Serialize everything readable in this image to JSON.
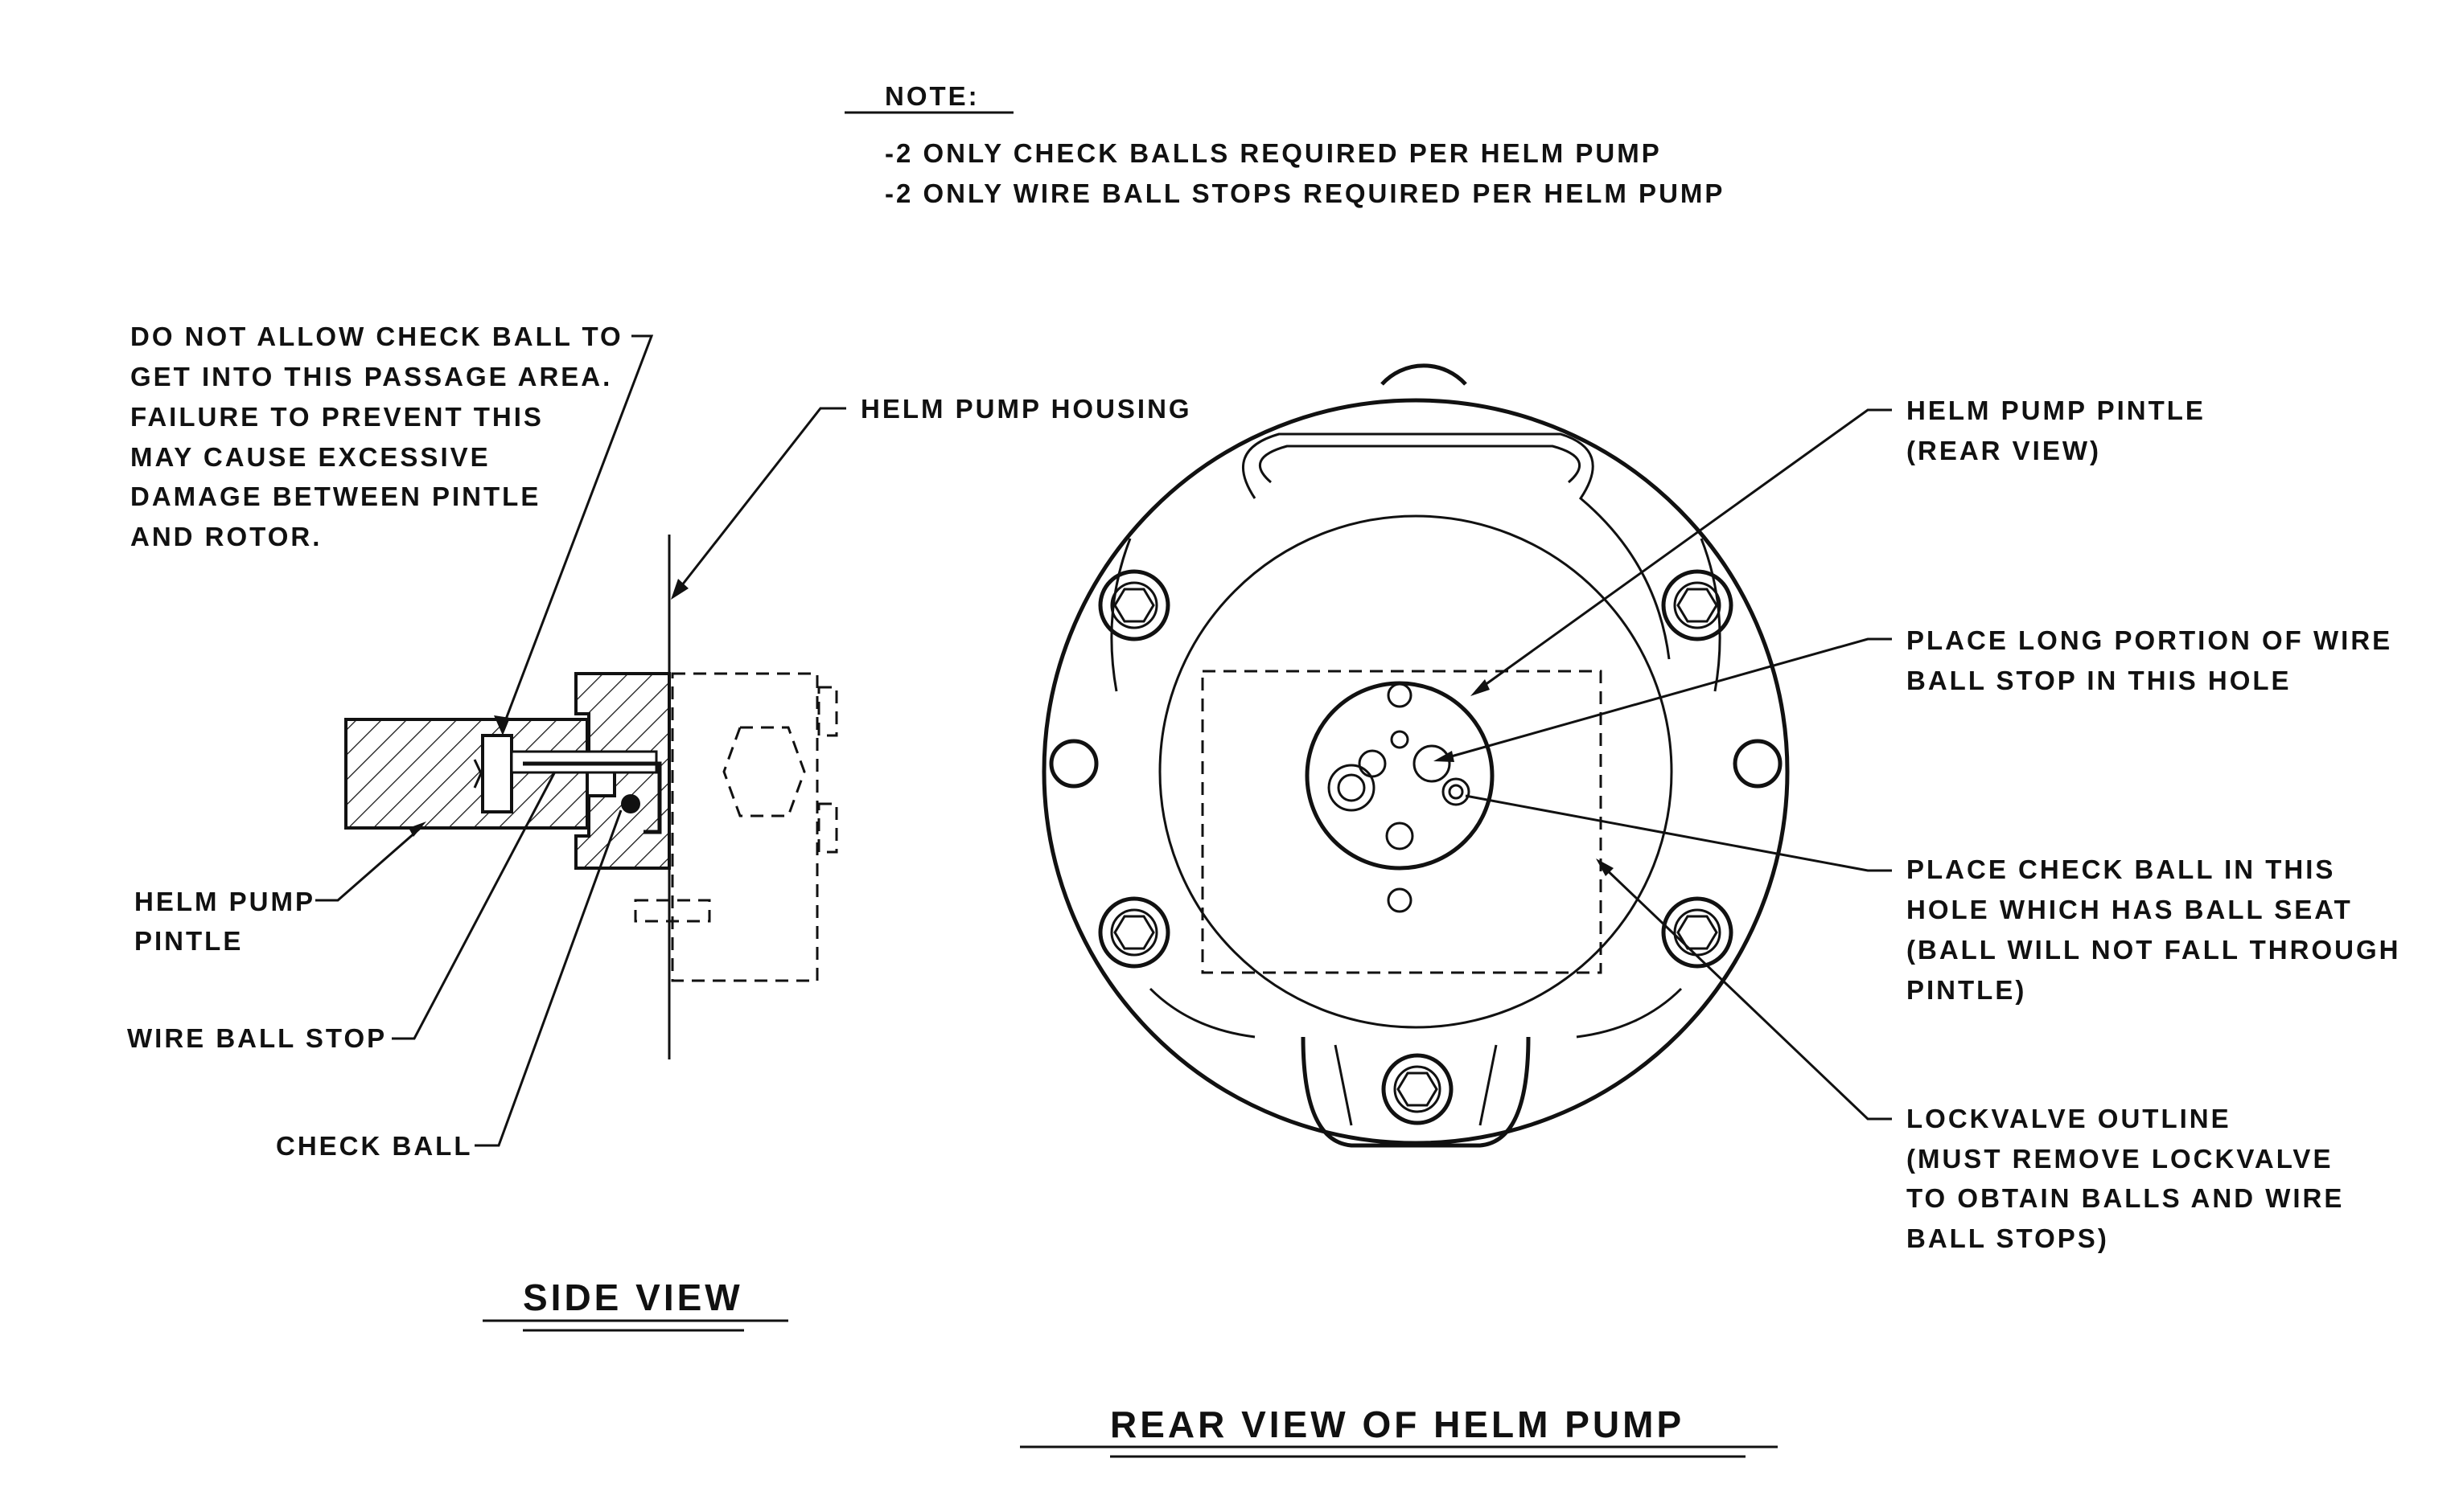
{
  "note": {
    "heading": "NOTE:",
    "line1": "-2 ONLY CHECK BALLS REQUIRED PER HELM PUMP",
    "line2": "-2 ONLY WIRE BALL STOPS REQUIRED PER HELM PUMP"
  },
  "side_view": {
    "caution": [
      "DO NOT ALLOW CHECK BALL TO",
      "GET INTO THIS PASSAGE AREA.",
      "FAILURE TO PREVENT THIS",
      "MAY CAUSE EXCESSIVE",
      "DAMAGE BETWEEN PINTLE",
      "AND ROTOR."
    ],
    "housing_label": "HELM PUMP HOUSING",
    "pintle_label": [
      "HELM PUMP",
      "PINTLE"
    ],
    "wire_stop_label": "WIRE BALL STOP",
    "check_ball_label": "CHECK BALL",
    "title": "SIDE VIEW"
  },
  "rear_view": {
    "pintle_label": [
      "HELM PUMP PINTLE",
      "(REAR VIEW)"
    ],
    "wire_label": [
      "PLACE LONG PORTION OF WIRE",
      "BALL STOP IN THIS HOLE"
    ],
    "ball_label": [
      "PLACE CHECK BALL IN THIS",
      "HOLE WHICH HAS BALL SEAT",
      "(BALL WILL NOT FALL THROUGH",
      "PINTLE)"
    ],
    "lockvalve_label": [
      "LOCKVALVE OUTLINE",
      "(MUST REMOVE LOCKVALVE",
      "TO OBTAIN BALLS AND WIRE",
      "BALL STOPS)"
    ],
    "title": "REAR VIEW OF HELM PUMP"
  }
}
